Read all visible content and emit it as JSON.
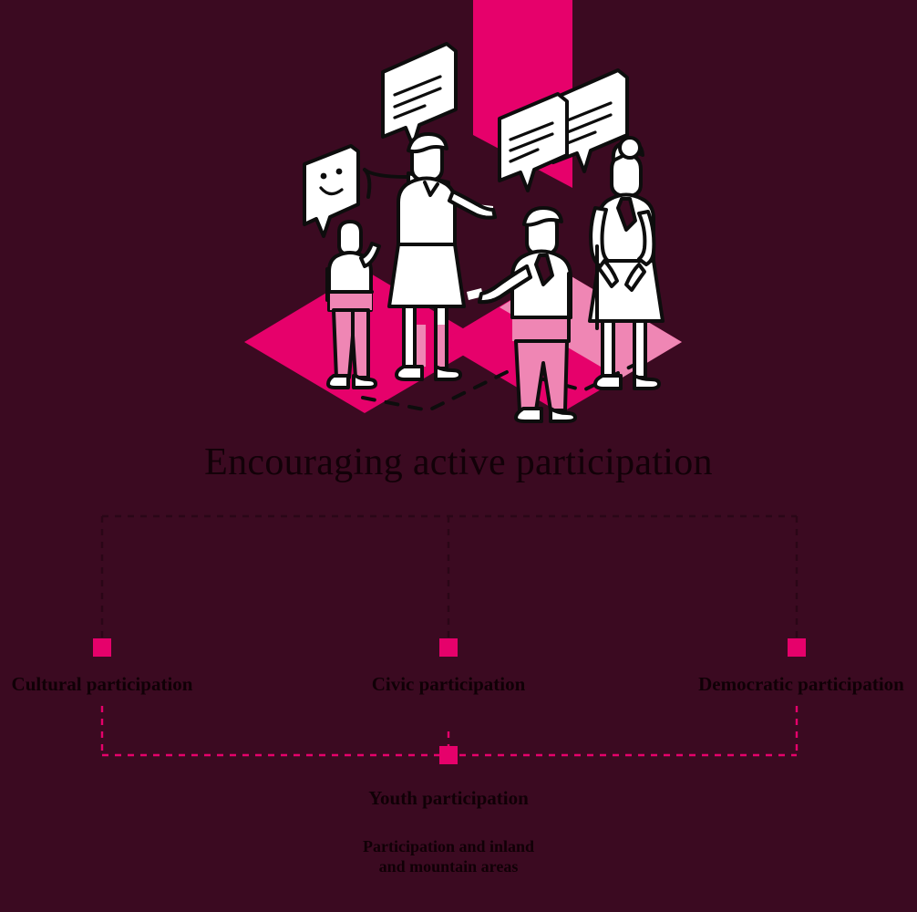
{
  "page": {
    "background_color": "#3b0a21",
    "accent_color": "#e6016b",
    "text_color": "#100006",
    "illustration_alt": "isometric-people-speech-bubbles-illustration"
  },
  "title": "Encouraging active participation",
  "diagram": {
    "connector_top_color": "#2a0617",
    "connector_bottom_color": "#e6016b",
    "nodes": [
      {
        "label": "Cultural participation",
        "marker": "pink-square-marker"
      },
      {
        "label": "Civic participation",
        "marker": "pink-square-marker"
      },
      {
        "label": "Democratic participation",
        "marker": "pink-square-marker"
      },
      {
        "label": "Youth participation",
        "marker": "pink-square-marker"
      }
    ],
    "footnote_line1": "Participation and inland",
    "footnote_line2": "and mountain areas"
  }
}
